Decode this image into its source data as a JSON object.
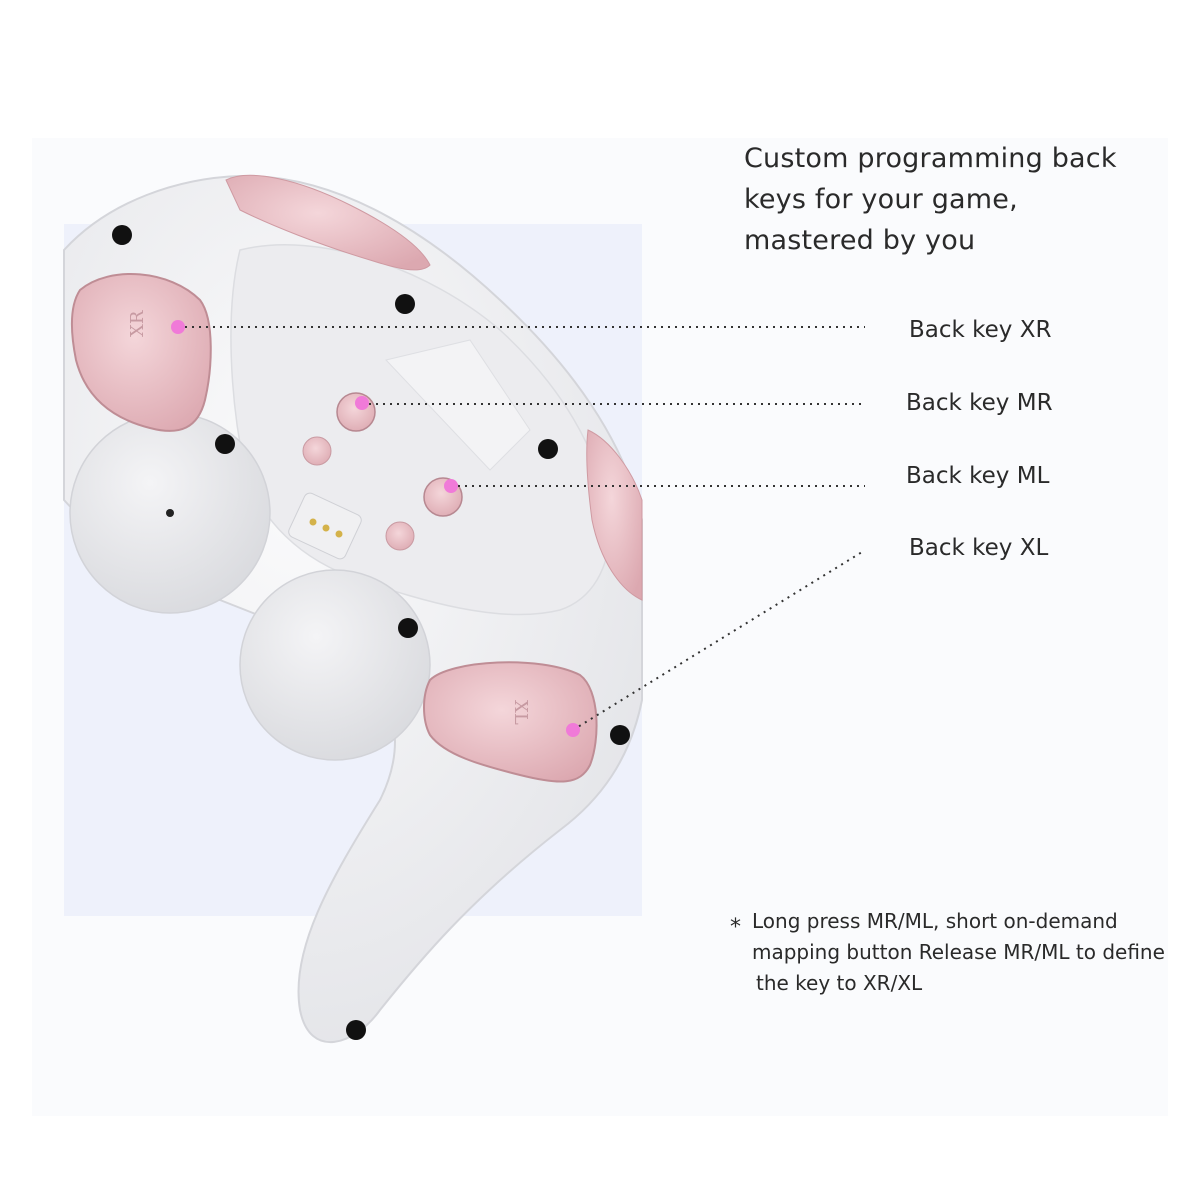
{
  "heading": {
    "line1": "Custom programming back",
    "line2": "keys for your game,",
    "line3": "mastered by you"
  },
  "callouts": {
    "xr": "Back key XR",
    "mr": "Back key MR",
    "ml": "Back key ML",
    "xl": "Back key XL"
  },
  "paddle_marks": {
    "xr": "XR",
    "xl": "XL"
  },
  "note": {
    "symbol": "*",
    "line1": "Long press MR/ML, short on-demand",
    "line2": "mapping button Release MR/ML to define",
    "line3": "the key to XR/XL"
  },
  "colors": {
    "marker": "#f07ad8",
    "paddle": "#ecc3c9",
    "controller_body": "#f1f1f3"
  }
}
